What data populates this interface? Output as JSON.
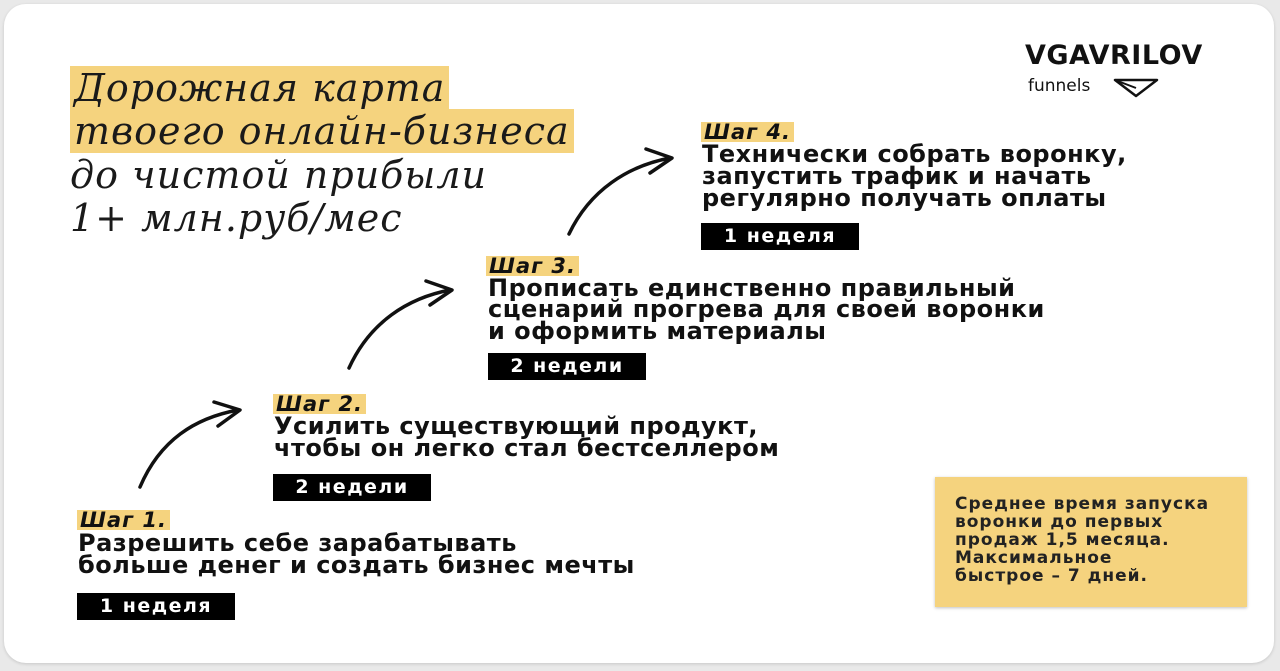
{
  "brand": {
    "name": "VGAVRILOV",
    "sub": "funnels"
  },
  "title": {
    "line1": "Дорожная карта",
    "line2": "твоего онлайн-бизнеса",
    "line3": "до чистой прибыли",
    "line4": "1+ млн.руб/мес"
  },
  "steps": [
    {
      "label": "Шаг 1.",
      "line1": "Разрешить себе зарабатывать",
      "line2": "больше денег и создать бизнес мечты",
      "duration": "1 неделя"
    },
    {
      "label": "Шаг 2.",
      "line1": "Усилить существующий продукт,",
      "line2": "чтобы он легко стал бестселлером",
      "duration": "2 недели"
    },
    {
      "label": "Шаг 3.",
      "line1": "Прописать единственно правильный",
      "line2": "сценарий прогрева для своей воронки",
      "line3": "и оформить материалы",
      "duration": "2 недели"
    },
    {
      "label": "Шаг 4.",
      "line1": "Технически собрать воронку,",
      "line2": "запустить трафик и начать",
      "line3": "регулярно получать оплаты",
      "duration": "1 неделя"
    }
  ],
  "note": {
    "text": "Среднее время запуска\nворонки до первых\nпродаж 1,5 месяца.\nМаксимальное\nбыстрое – 7 дней."
  },
  "colors": {
    "accent": "#f5d37e",
    "badge_bg": "#000000",
    "text": "#111111"
  },
  "icons": [
    "logo-triangle-icon",
    "arrow-icon"
  ]
}
